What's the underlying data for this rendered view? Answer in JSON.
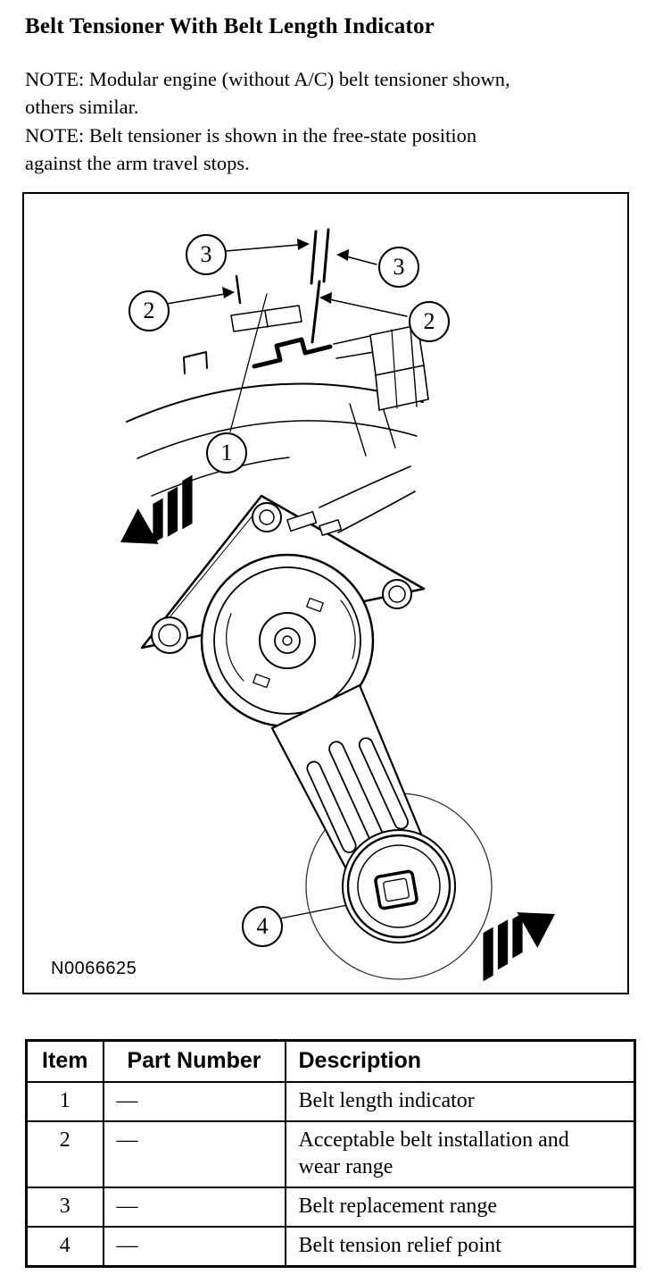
{
  "doc": {
    "title": "Belt Tensioner With Belt Length Indicator",
    "notes": [
      "NOTE: Modular engine (without A/C) belt tensioner shown, others similar.",
      "NOTE: Belt tensioner is shown in the free-state position against the arm travel stops."
    ]
  },
  "figure": {
    "id": "N0066625",
    "callouts": [
      {
        "label": "3"
      },
      {
        "label": "3"
      },
      {
        "label": "2"
      },
      {
        "label": "2"
      },
      {
        "label": "1"
      },
      {
        "label": "4"
      }
    ]
  },
  "table": {
    "headers": [
      "Item",
      "Part Number",
      "Description"
    ],
    "rows": [
      {
        "item": "1",
        "part": "—",
        "desc": "Belt length indicator"
      },
      {
        "item": "2",
        "part": "—",
        "desc": "Acceptable belt installation and wear range"
      },
      {
        "item": "3",
        "part": "—",
        "desc": "Belt replacement range"
      },
      {
        "item": "4",
        "part": "—",
        "desc": "Belt tension relief point"
      }
    ]
  },
  "colors": {
    "ink": "#000000",
    "paper": "#ffffff"
  }
}
